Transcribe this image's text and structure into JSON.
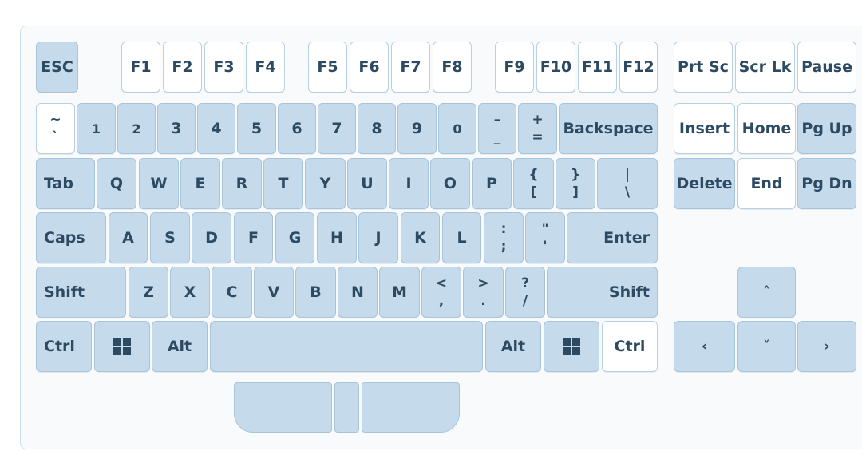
{
  "keyboard": {
    "function_row": {
      "esc": "ESC",
      "f1": "F1",
      "f2": "F2",
      "f3": "F3",
      "f4": "F4",
      "f5": "F5",
      "f6": "F6",
      "f7": "F7",
      "f8": "F8",
      "f9": "F9",
      "f10": "F10",
      "f11": "F11",
      "f12": "F12",
      "prtsc": "Prt Sc",
      "scrlk": "Scr Lk",
      "pause": "Pause"
    },
    "number_row": {
      "backtick_top": "~",
      "backtick_bottom": "`",
      "n1": "1",
      "n2": "2",
      "n3": "3",
      "n4": "4",
      "n5": "5",
      "n6": "6",
      "n7": "7",
      "n8": "8",
      "n9": "9",
      "n0": "0",
      "minus_top": "–",
      "minus_bottom": "_",
      "equal_top": "+",
      "equal_bottom": "=",
      "backspace": "Backspace"
    },
    "top_row": {
      "tab": "Tab",
      "q": "Q",
      "w": "W",
      "e": "E",
      "r": "R",
      "t": "T",
      "y": "Y",
      "u": "U",
      "i": "I",
      "o": "O",
      "p": "P",
      "lbracket_top": "{",
      "lbracket_bottom": "[",
      "rbracket_top": "}",
      "rbracket_bottom": "]",
      "backslash_top": "|",
      "backslash_bottom": "\\"
    },
    "home_row": {
      "caps": "Caps",
      "a": "A",
      "s": "S",
      "d": "D",
      "f": "F",
      "g": "G",
      "h": "H",
      "j": "J",
      "k": "K",
      "l": "L",
      "semicolon_top": ":",
      "semicolon_bottom": ";",
      "quote_top": "\"",
      "quote_bottom": "'",
      "enter": "Enter"
    },
    "bottom_row": {
      "lshift": "Shift",
      "z": "Z",
      "x": "X",
      "c": "C",
      "v": "V",
      "b": "B",
      "n": "N",
      "m": "M",
      "comma_top": "<",
      "comma_bottom": ",",
      "period_top": ">",
      "period_bottom": ".",
      "slash_top": "?",
      "slash_bottom": "/",
      "rshift": "Shift"
    },
    "space_row": {
      "lctrl": "Ctrl",
      "lalt": "Alt",
      "ralt": "Alt",
      "rctrl": "Ctrl"
    },
    "nav_cluster": {
      "insert": "Insert",
      "home": "Home",
      "pgup": "Pg Up",
      "delete": "Delete",
      "end": "End",
      "pgdn": "Pg Dn"
    },
    "arrows": {
      "up": "˄",
      "left": "‹",
      "down": "˅",
      "right": "›"
    },
    "icons": {
      "windows_key": "windows-logo-icon"
    },
    "colors": {
      "key_fill": "#c5daea",
      "key_light": "#ffffff",
      "key_border": "#a7c4da",
      "label": "#2d4a63"
    }
  }
}
